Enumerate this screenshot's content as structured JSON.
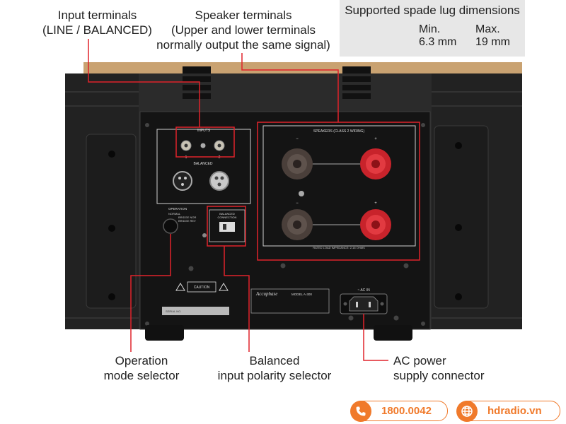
{
  "annotations": {
    "input_terminals": [
      "Input terminals",
      "(LINE / BALANCED)"
    ],
    "speaker_terminals": [
      "Speaker terminals",
      "(Upper and lower terminals",
      "normally output the same signal)"
    ],
    "operation_mode": [
      "Operation",
      "mode selector"
    ],
    "balanced_polarity": [
      "Balanced",
      "input polarity selector"
    ],
    "ac_power": [
      "AC power",
      "supply connector"
    ]
  },
  "spade_lug": {
    "title": "Supported spade lug dimensions",
    "min_label": "Min.",
    "min_value": "6.3 mm",
    "max_label": "Max.",
    "max_value": "19 mm"
  },
  "panel_text": {
    "inputs": "INPUTS",
    "input_1": "1",
    "input_2": "2",
    "balanced": "BALANCED",
    "operation": "OPERATION",
    "op_modes": [
      "NORMAL",
      "BRIDGE NOR",
      "BRIDGE REV"
    ],
    "balanced_connection": [
      "BALANCED",
      "CONNECTION"
    ],
    "speakers": "SPEAKERS (CLASS 2 WIRING)",
    "minus": "−",
    "plus": "+",
    "rated_load": "RATED LOAD IMPEDANCE: 2-16 OHMS",
    "caution": "CAUTION",
    "brand": "Accuphase",
    "model": "MODEL A-300",
    "ac_in": "~ AC IN",
    "serial": "SERIAL NO."
  },
  "contact": {
    "phone": "1800.0042",
    "website": "hdradio.vn"
  },
  "colors": {
    "accent_red": "#e0232b",
    "brand_orange": "#f07a2b",
    "chassis": "#2a2a2a",
    "panel": "#141414"
  }
}
